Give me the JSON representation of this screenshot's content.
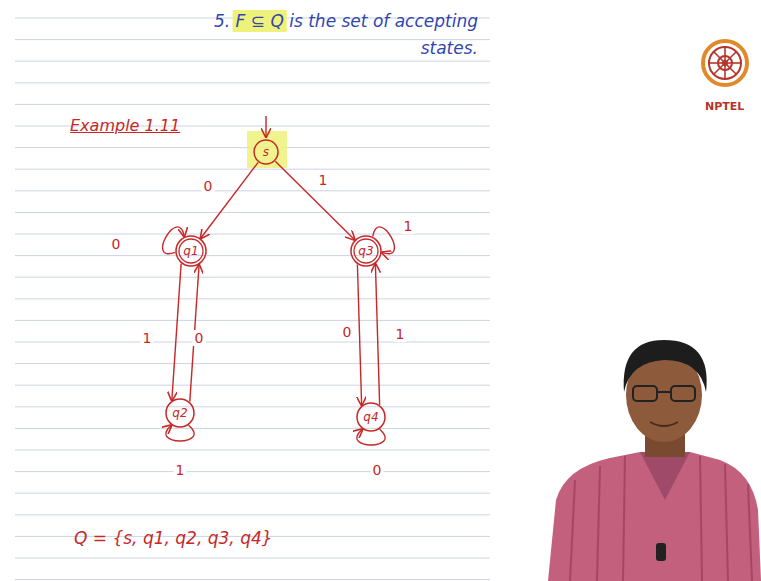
{
  "diagram": {
    "nodes": [
      {
        "text": [
          "s"
        ]
      },
      {
        "text": [
          "q1"
        ]
      },
      {
        "text": [
          "q2"
        ]
      },
      {
        "text": [
          "q3"
        ]
      },
      {
        "text": [
          "q4"
        ]
      }
    ],
    "edges": [
      {
        "from": 0,
        "to": 1,
        "label": "0",
        "arrow": "to"
      },
      {
        "from": 0,
        "to": 3,
        "label": "1",
        "arrow": "to"
      },
      {
        "from": 1,
        "to": 1,
        "label": "0",
        "arrow": "to"
      },
      {
        "from": 1,
        "to": 2,
        "label": "1",
        "arrow": "to"
      },
      {
        "from": 2,
        "to": 1,
        "label": "0",
        "arrow": "to"
      },
      {
        "from": 2,
        "to": 2,
        "label": "1",
        "arrow": "to"
      },
      {
        "from": 3,
        "to": 3,
        "label": "1",
        "arrow": "to"
      },
      {
        "from": 3,
        "to": 4,
        "label": "0",
        "arrow": "to"
      },
      {
        "from": 4,
        "to": 3,
        "label": "1",
        "arrow": "to"
      },
      {
        "from": 4,
        "to": 4,
        "label": "0",
        "arrow": "to"
      }
    ],
    "labels": [
      "5. F ⊆ Q is the set of accepting states.",
      "NPTEL",
      "Example 1.11",
      "Q = {s, q1, q2, q3, q4}"
    ]
  }
}
